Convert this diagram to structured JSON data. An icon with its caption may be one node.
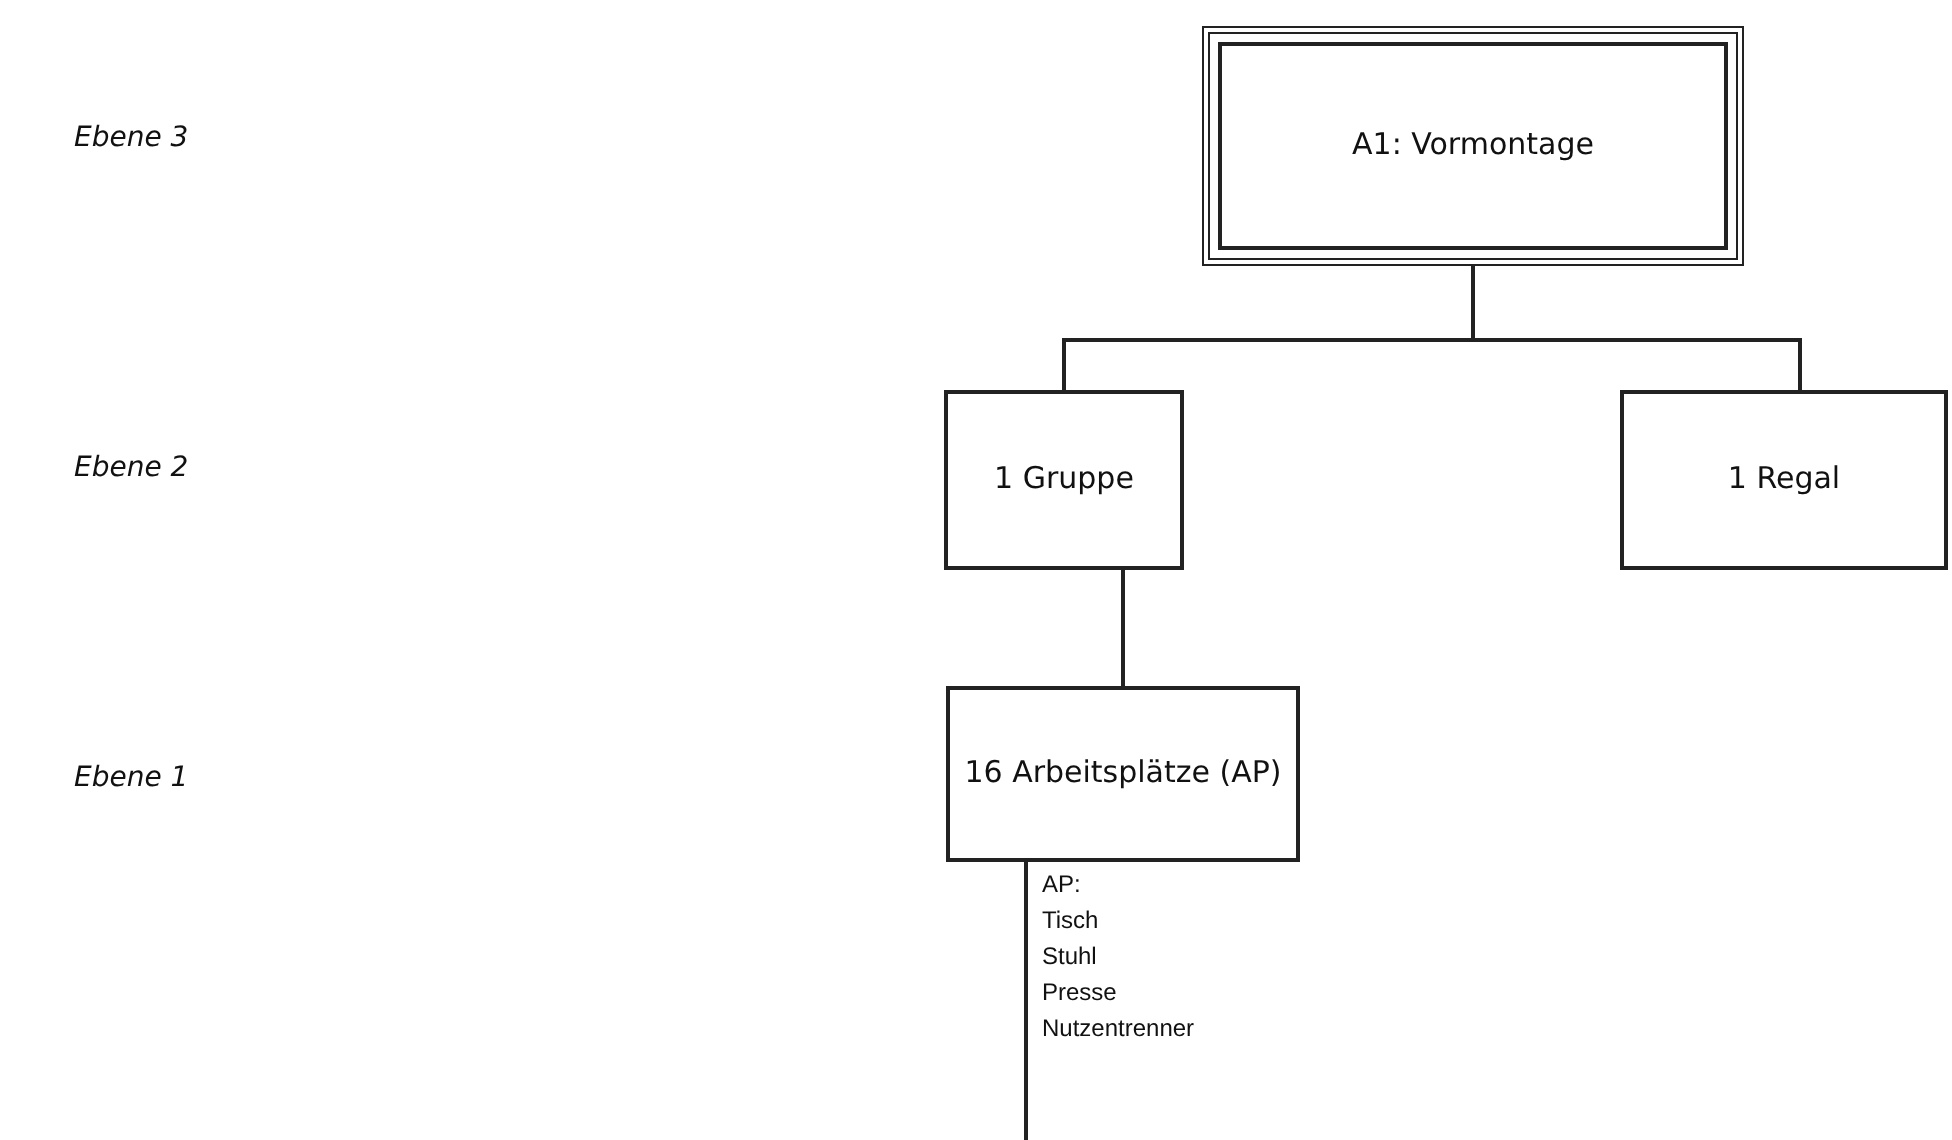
{
  "diagram": {
    "nodes": [
      {
        "text": [
          "A1: Vormontage"
        ]
      },
      {
        "text": [
          "1 Gruppe"
        ]
      },
      {
        "text": [
          "1 Regal"
        ]
      },
      {
        "text": [
          "16 Arbeitsplätze (AP)"
        ]
      }
    ],
    "edges": [
      {
        "from": 0,
        "to": 1,
        "arrow": "none"
      },
      {
        "from": 0,
        "to": 2,
        "arrow": "none"
      },
      {
        "from": 1,
        "to": 3,
        "arrow": "none"
      },
      {
        "from": 3,
        "to": null,
        "arrow": "none"
      }
    ],
    "labels": [
      "Ebene 3",
      "Ebene 2",
      "Ebene 1",
      "AP:",
      "Tisch",
      "Stuhl",
      "Presse",
      "Nutzentrenner"
    ]
  }
}
